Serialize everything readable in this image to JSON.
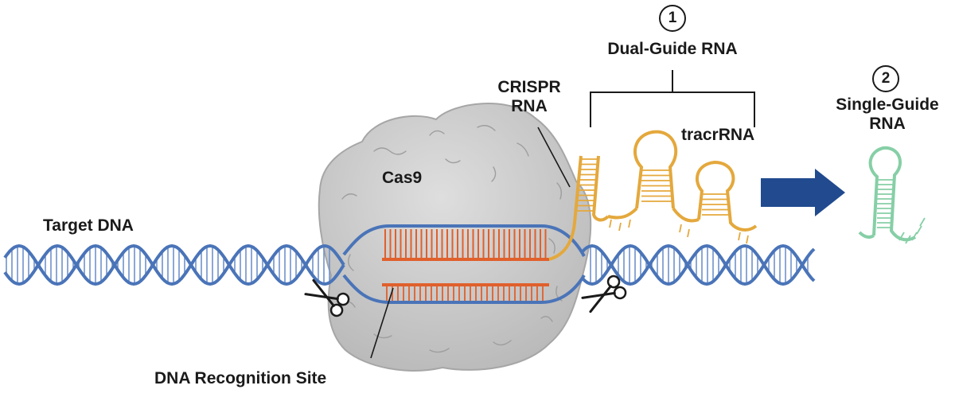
{
  "labels": {
    "dual_number": "1",
    "dual_title": "Dual-Guide RNA",
    "single_number": "2",
    "single_line1": "Single-Guide",
    "single_line2": "RNA",
    "crispr_line1": "CRISPR",
    "crispr_line2": "RNA",
    "tracr": "tracrRNA",
    "cas9": "Cas9",
    "target_dna": "Target DNA",
    "recognition_site": "DNA Recognition Site"
  },
  "colors": {
    "dna_strand": "#4a74b8",
    "dna_rung": "#6f93cc",
    "rna_duplex": "#e0602c",
    "crispr_rna": "#e4a83c",
    "single_guide": "#86cfa6",
    "arrow": "#214a8f",
    "protein": "#c9c9c9",
    "text": "#1a1a1a"
  },
  "icons": {
    "cut_left": "scissors-icon",
    "cut_right": "scissors-icon",
    "arrow": "right-arrow-icon"
  }
}
